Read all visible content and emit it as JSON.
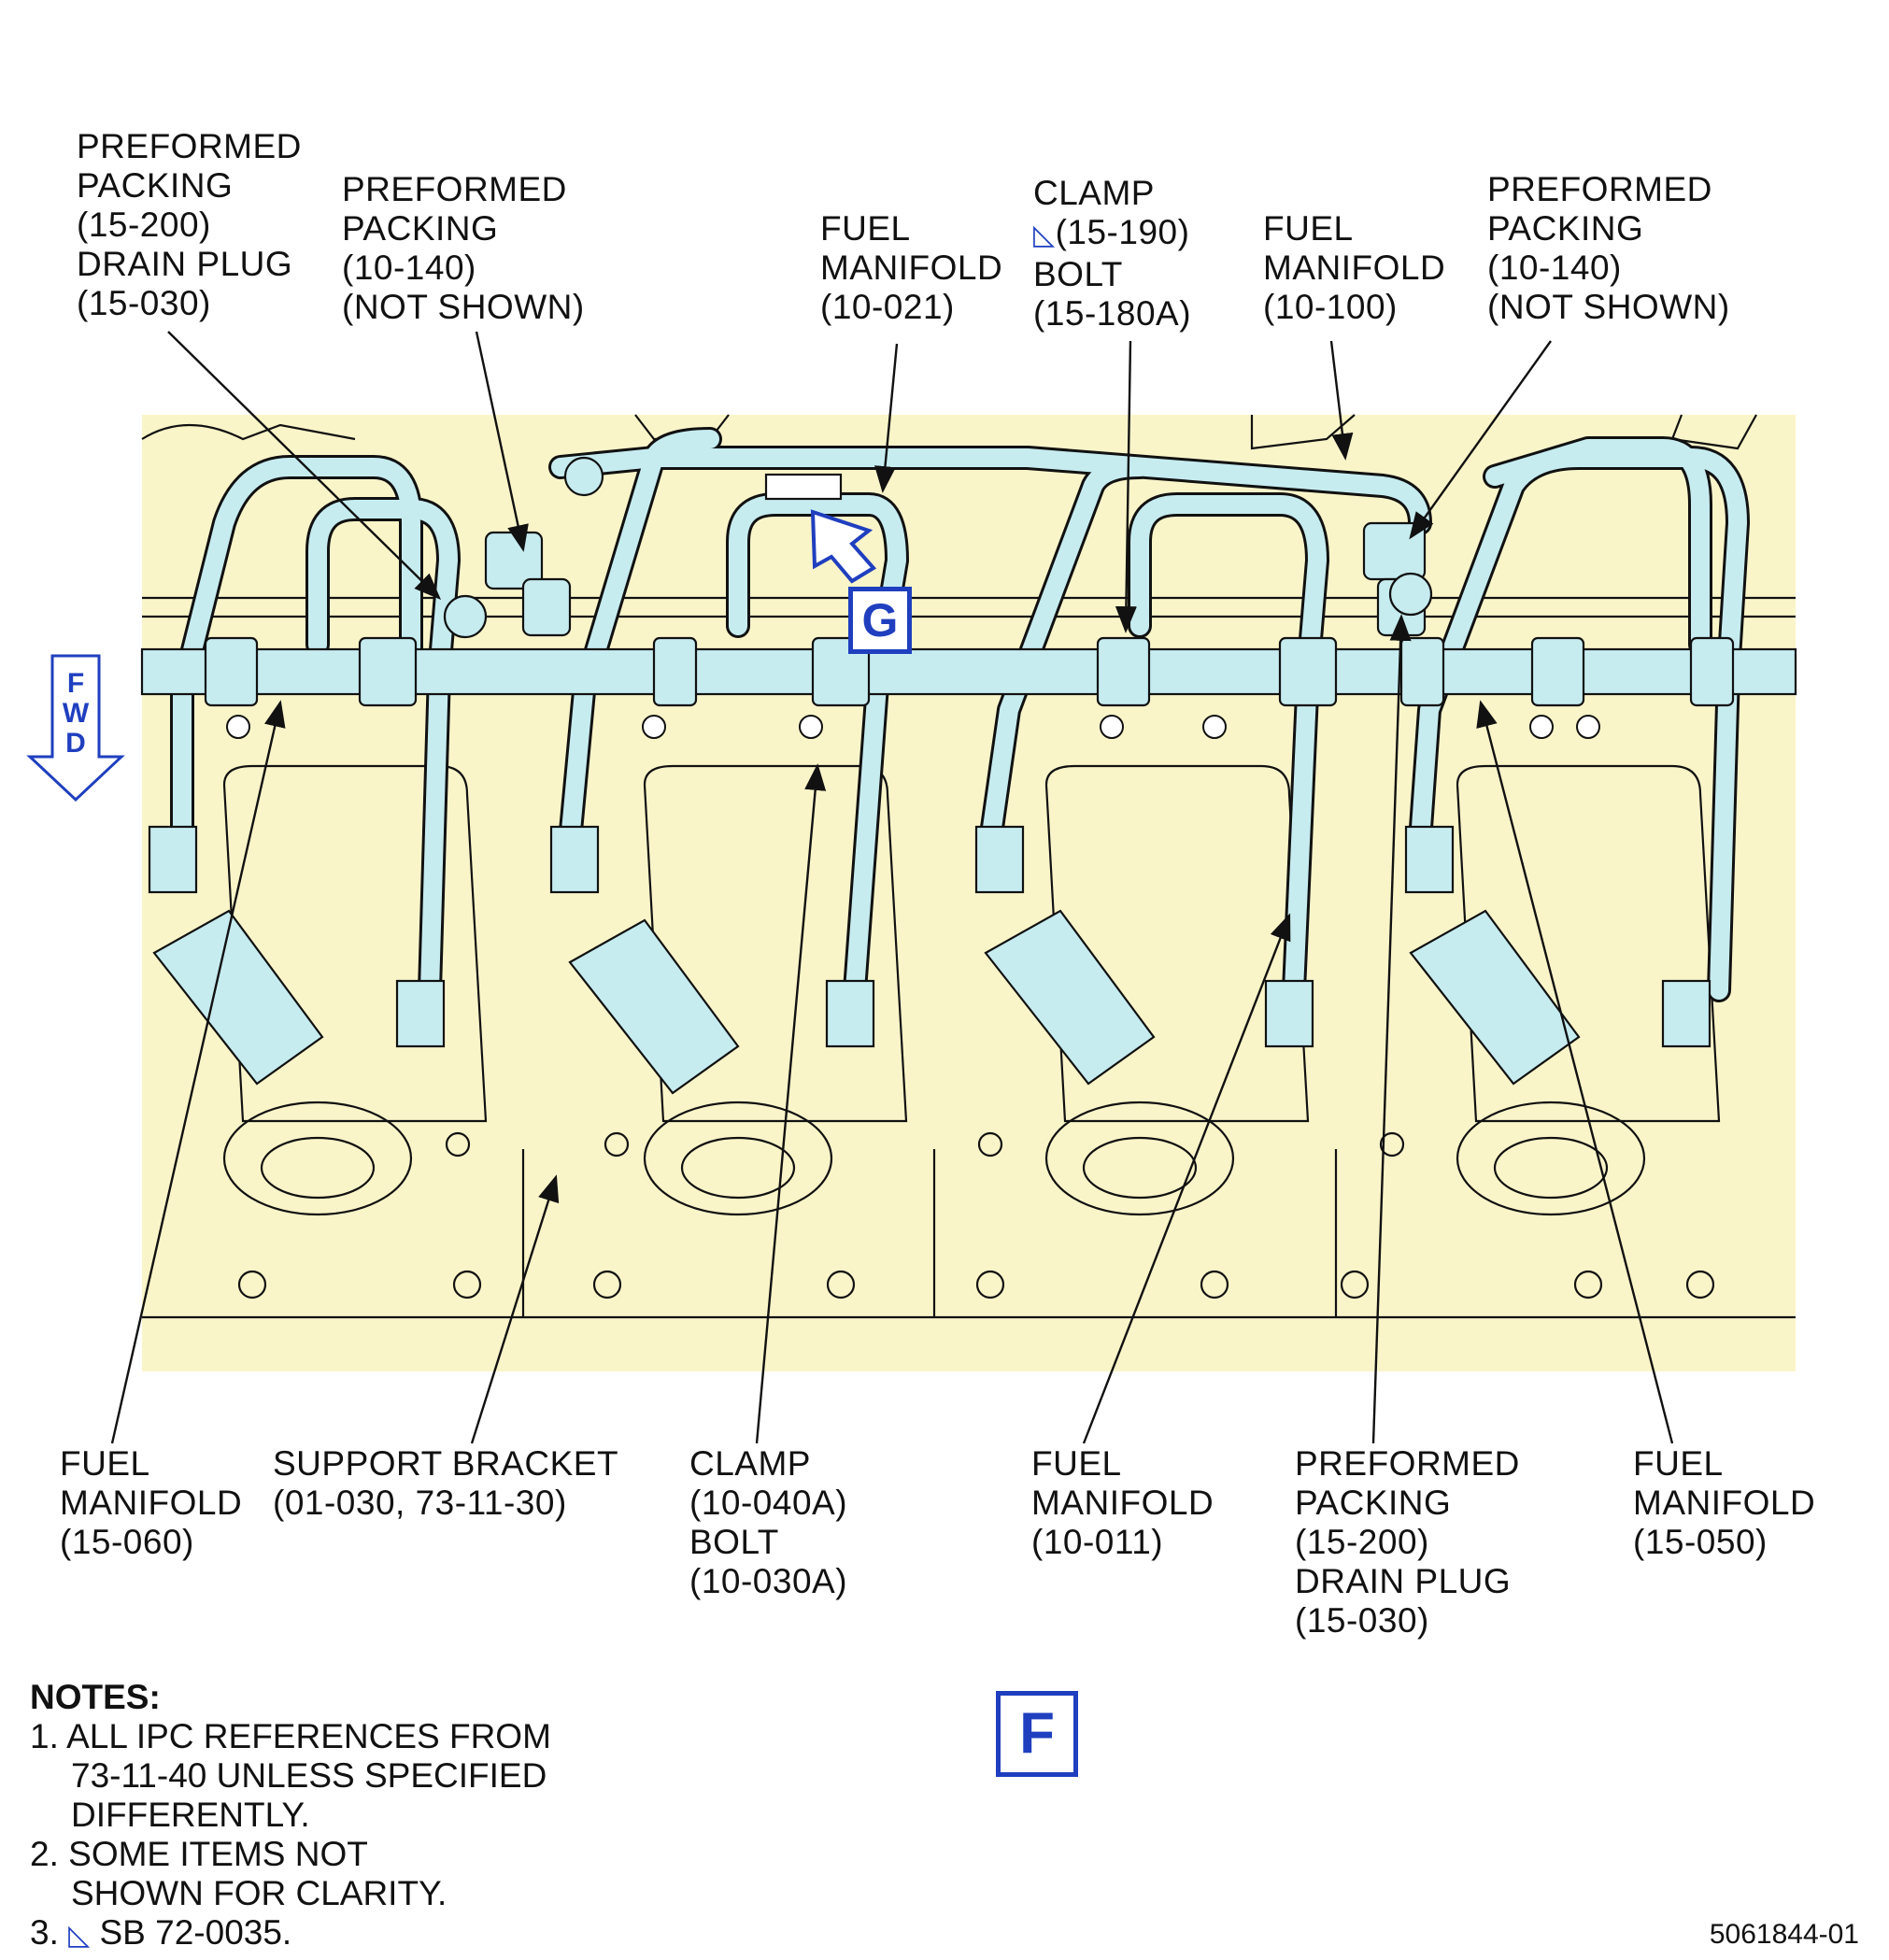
{
  "callouts": {
    "top": [
      {
        "lines": [
          "PREFORMED",
          "PACKING",
          "(15-200)",
          "DRAIN PLUG",
          "(15-030)"
        ]
      },
      {
        "lines": [
          "PREFORMED",
          "PACKING",
          "(10-140)",
          "(NOT SHOWN)"
        ]
      },
      {
        "lines": [
          "FUEL",
          "MANIFOLD",
          "(10-021)"
        ]
      },
      {
        "lines": [
          "CLAMP",
          "(15-190)",
          "BOLT",
          "(15-180A)"
        ]
      },
      {
        "lines": [
          "FUEL",
          "MANIFOLD",
          "(10-100)"
        ]
      },
      {
        "lines": [
          "PREFORMED",
          "PACKING",
          "(10-140)",
          "(NOT SHOWN)"
        ]
      }
    ],
    "bottom": [
      {
        "lines": [
          "FUEL",
          "MANIFOLD",
          "(15-060)"
        ]
      },
      {
        "lines": [
          "SUPPORT BRACKET",
          "(01-030, 73-11-30)"
        ]
      },
      {
        "lines": [
          "CLAMP",
          "(10-040A)",
          "BOLT",
          "(10-030A)"
        ]
      },
      {
        "lines": [
          "FUEL",
          "MANIFOLD",
          "(10-011)"
        ]
      },
      {
        "lines": [
          "PREFORMED",
          "PACKING",
          "(15-200)",
          "DRAIN PLUG",
          "(15-030)"
        ]
      },
      {
        "lines": [
          "FUEL",
          "MANIFOLD",
          "(15-050)"
        ]
      }
    ]
  },
  "fwd_indicator": {
    "letters": [
      "F",
      "W",
      "D"
    ]
  },
  "view_labels": {
    "g": "G",
    "f": "F"
  },
  "notes": {
    "title": "NOTES:",
    "items": [
      {
        "num": "1.",
        "lines": [
          "ALL IPC REFERENCES FROM",
          "73-11-40 UNLESS SPECIFIED",
          "DIFFERENTLY."
        ]
      },
      {
        "num": "2.",
        "lines": [
          "SOME ITEMS NOT",
          "SHOWN FOR CLARITY."
        ]
      },
      {
        "num": "3.",
        "lines": [
          "SB 72-0035."
        ]
      }
    ]
  },
  "figure_id": "5061844-01",
  "colors": {
    "engine_fill": "#faf5c9",
    "manifold_fill": "#c6ecf0",
    "outline": "#111111",
    "accent_blue": "#1f3fbf"
  }
}
